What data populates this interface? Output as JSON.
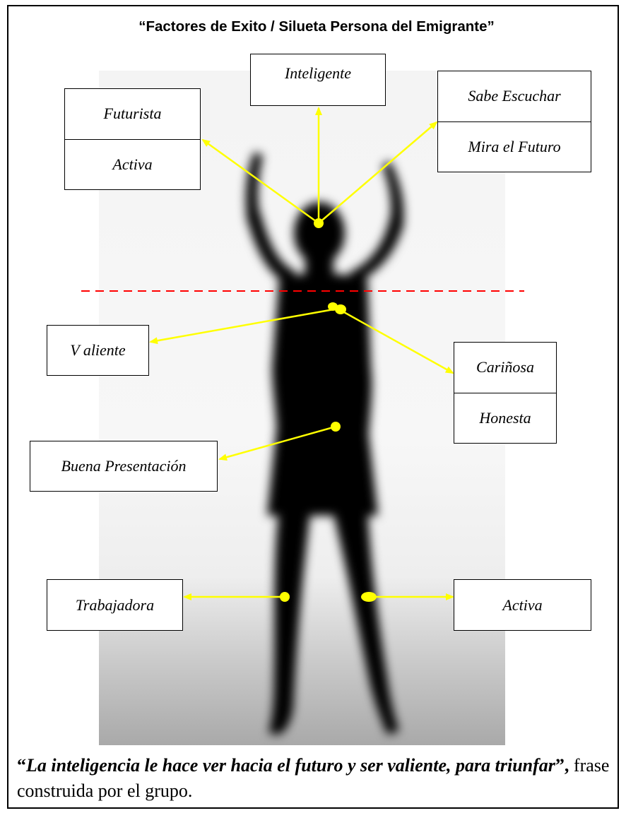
{
  "title": "“Factores de Exito / Silueta Persona del Emigrante”",
  "labels": {
    "inteligente": "Inteligente",
    "futurista": "Futurista",
    "activa_top": "Activa",
    "sabe_escuchar": "Sabe Escuchar",
    "mira_el_futuro": "Mira el Futuro",
    "valiente": "V aliente",
    "carinosa": "Cariñosa",
    "honesta": "Honesta",
    "buena_presentacion": "Buena Presentación",
    "trabajadora": "Trabajadora",
    "activa_bottom": "Activa"
  },
  "quote": {
    "open": "“",
    "emphasis": "La inteligencia le hace ver hacia el futuro y ser valiente, para triunfar",
    "close": "”,",
    "rest": " frase construida por el grupo."
  },
  "colors": {
    "arrow": "#ffff00",
    "dashed_line": "#ff0000",
    "silhouette": "#000000"
  }
}
